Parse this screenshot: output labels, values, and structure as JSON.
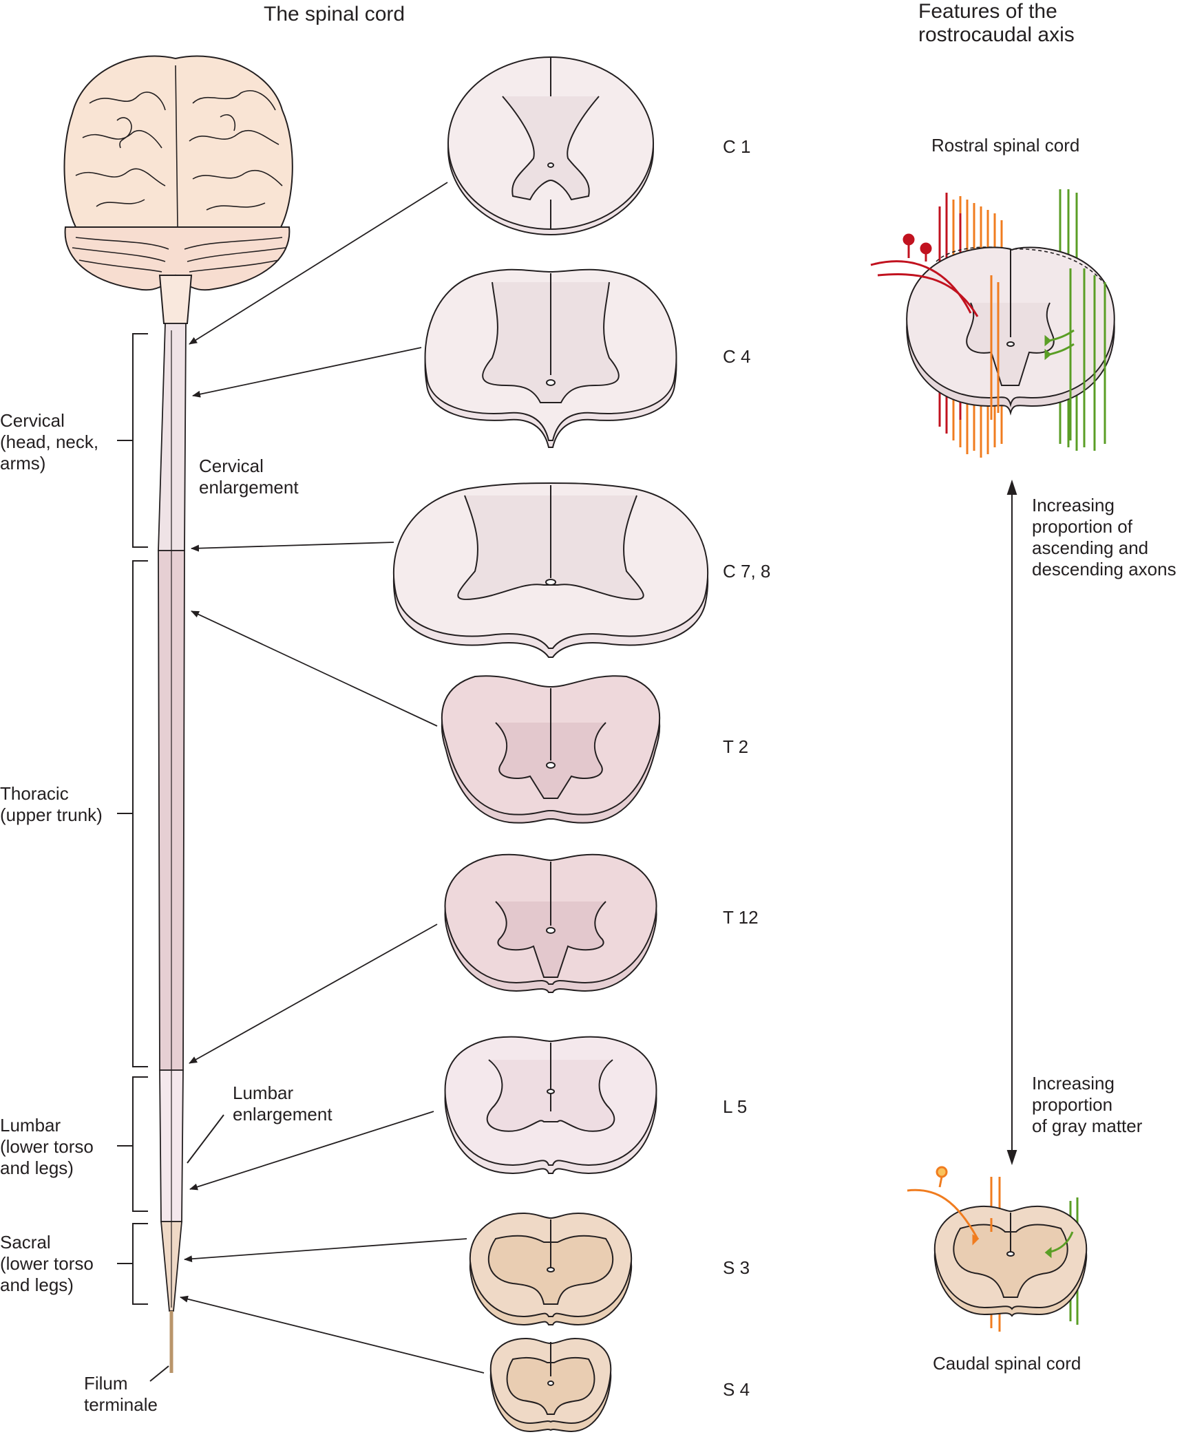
{
  "headings": {
    "spinal_cord": "The spinal cord",
    "features": "Features of the\nrostrocaudal axis"
  },
  "regions": {
    "cervical": "Cervical\n(head, neck,\narms)",
    "thoracic": "Thoracic\n(upper trunk)",
    "lumbar": "Lumbar\n(lower torso\nand legs)",
    "sacral": "Sacral\n(lower torso\nand legs)",
    "filum": "Filum\nterminale"
  },
  "enlargements": {
    "cervical": "Cervical\nenlargement",
    "lumbar": "Lumbar\nenlargement"
  },
  "segments": [
    "C 1",
    "C 4",
    "C 7, 8",
    "T 2",
    "T 12",
    "L 5",
    "S 3",
    "S 4"
  ],
  "features": {
    "rostral": "Rostral spinal cord",
    "caudal": "Caudal spinal cord",
    "up_note": "Increasing\nproportion of\nascending and\ndescending axons",
    "down_note": "Increasing\nproportion\nof gray matter"
  },
  "colors": {
    "outline": "#231f20",
    "cervical_fill": "#efe3e6",
    "thoracic_fill": "#e6cfd3",
    "lumbar_fill": "#f4e8ec",
    "sacral_fill": "#efd9c6",
    "brain_fill": "#f9e4d4",
    "red_axon": "#c1121f",
    "orange_axon": "#f07c1f",
    "green_axon": "#5a9e25"
  }
}
